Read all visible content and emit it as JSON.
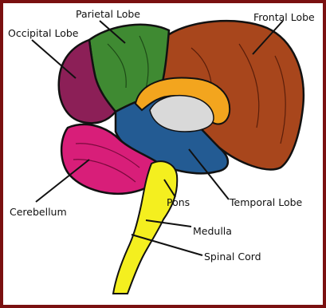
{
  "diagram": {
    "frame_color": "#7a1010",
    "labels": {
      "parietal": "Parietal Lobe",
      "frontal": "Frontal Lobe",
      "occipital": "Occipital Lobe",
      "pons": "Pons",
      "temporal": "Temporal Lobe",
      "cerebellum": "Cerebellum",
      "medulla": "Medulla",
      "spinal_cord": "Spinal Cord"
    },
    "colors": {
      "frontal": "#a8461c",
      "parietal": "#3f8a32",
      "occipital": "#8c1f57",
      "temporal": "#235b93",
      "cerebellum": "#d81e79",
      "brainstem": "#f4ef1f",
      "corpus_callosum": "#f3a51e",
      "ventricle": "#d9d9d9"
    }
  }
}
